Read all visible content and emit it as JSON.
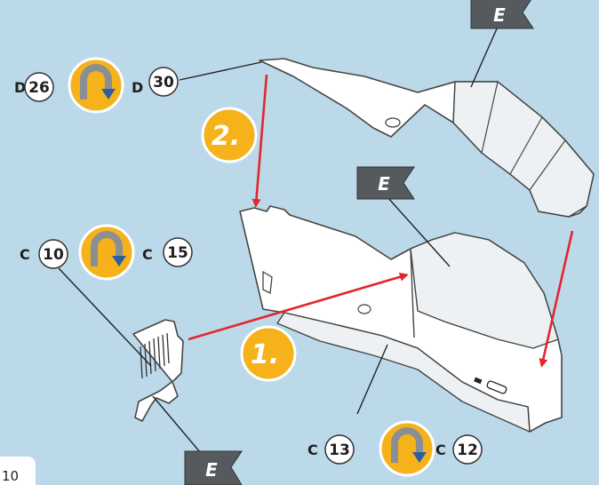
{
  "labels": {
    "d26": {
      "letter": "D",
      "num": "26"
    },
    "d30": {
      "letter": "D",
      "num": "30"
    },
    "c10": {
      "letter": "C",
      "num": "10"
    },
    "c15": {
      "letter": "C",
      "num": "15"
    },
    "c13": {
      "letter": "C",
      "num": "13"
    },
    "c12": {
      "letter": "C",
      "num": "12"
    }
  },
  "steps": {
    "step1": "1.",
    "step2": "2."
  },
  "flags": {
    "flag_top": "E",
    "flag_middle": "E",
    "flag_bottom": "E"
  },
  "page": {
    "number": "10"
  },
  "colors": {
    "background": "#bcd9ea",
    "badge_orange": "#f5b21b",
    "arrow_red": "#e3262c",
    "flag_gray": "#555a5e"
  },
  "icons": [
    "rotate-clockwise-icon",
    "flag-icon"
  ]
}
